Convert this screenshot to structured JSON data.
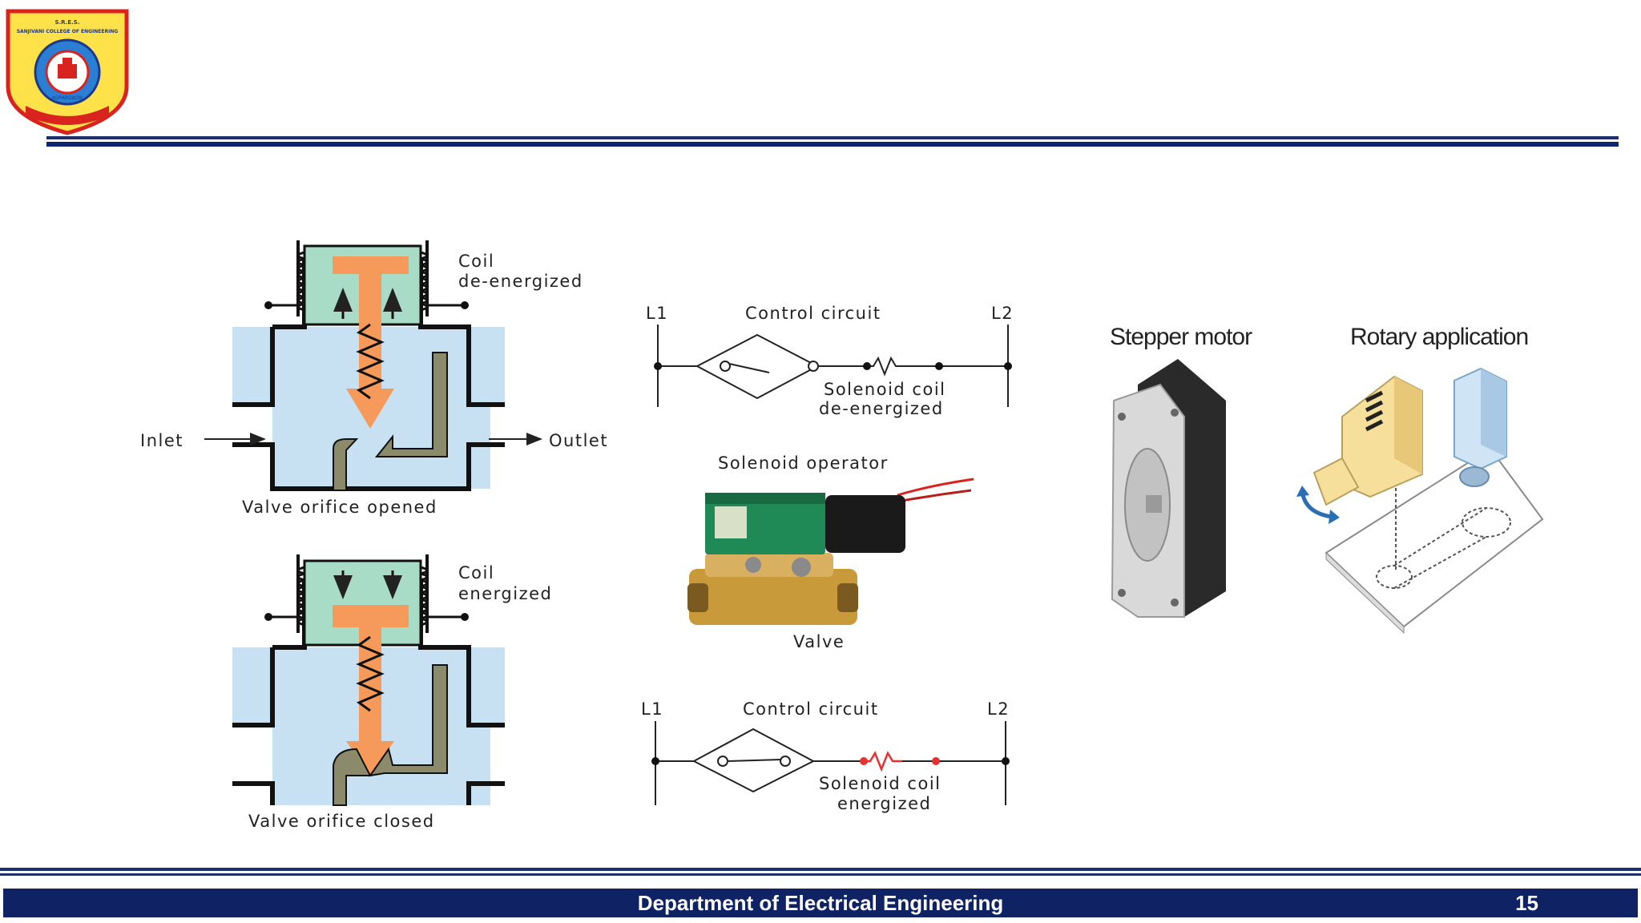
{
  "logo": {
    "lettering_top": "S.R.E.S.",
    "lettering_name": "SANJIVANI COLLEGE OF ENGINEERING",
    "lettering_place": "KOPARGAON"
  },
  "valve_open": {
    "coil_label_1": "Coil",
    "coil_label_2": "de-energized",
    "inlet_label": "Inlet",
    "outlet_label": "Outlet",
    "caption": "Valve orifice opened"
  },
  "valve_closed": {
    "coil_label_1": "Coil",
    "coil_label_2": "energized",
    "caption": "Valve orifice closed"
  },
  "circuit_top": {
    "l1": "L1",
    "title": "Control circuit",
    "l2": "L2",
    "coil_label_1": "Solenoid coil",
    "coil_label_2": "de-energized"
  },
  "solenoid_photo": {
    "title": "Solenoid operator",
    "caption": "Valve"
  },
  "circuit_bottom": {
    "l1": "L1",
    "title": "Control circuit",
    "l2": "L2",
    "coil_label_1": "Solenoid coil",
    "coil_label_2": "energized"
  },
  "stepper": {
    "title": "Stepper motor"
  },
  "rotary": {
    "title": "Rotary application"
  },
  "footer": {
    "department": "Department of Electrical Engineering",
    "page_number": "15"
  },
  "colors": {
    "navy": "#0f2264",
    "valve_fluid": "#c7e1f2",
    "plunger": "#f59a5a",
    "coil_housing": "#a9dcc7",
    "seat": "#8b8a6a",
    "energized_coil": "#e83030"
  }
}
